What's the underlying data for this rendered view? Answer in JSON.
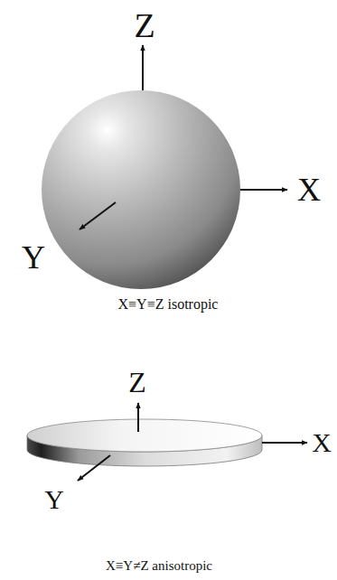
{
  "diagram": {
    "labels": [
      "Z",
      "X",
      "Y",
      "X≡Y≡Z isotropic",
      "Z",
      "X",
      "Y",
      "X≡Y≠Z anisotropic"
    ]
  }
}
